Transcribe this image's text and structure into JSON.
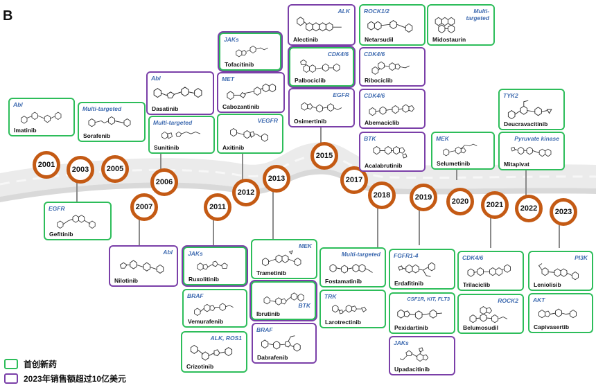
{
  "panel_label": "B",
  "colors": {
    "first_in_class": "#2dbd5a",
    "sales_over_1b": "#7a3fa8",
    "road": "#ececec",
    "year_ring": "#c45a14",
    "target_text": "#3f6bb0"
  },
  "years": [
    "2001",
    "2003",
    "2005",
    "2006",
    "2007",
    "2011",
    "2012",
    "2013",
    "2015",
    "2017",
    "2018",
    "2019",
    "2020",
    "2021",
    "2022",
    "2023"
  ],
  "drugs": [
    {
      "name": "Imatinib",
      "target": "Abl"
    },
    {
      "name": "Sorafenib",
      "target": "Multi-targeted"
    },
    {
      "name": "Gefitinib",
      "target": "EGFR"
    },
    {
      "name": "Dasatinib",
      "target": "Abl"
    },
    {
      "name": "Sunitinib",
      "target": "Multi-targeted"
    },
    {
      "name": "Nilotinib",
      "target": "Abl"
    },
    {
      "name": "Tofacitinib",
      "target": "JAKs"
    },
    {
      "name": "Cabozantinib",
      "target": "MET"
    },
    {
      "name": "Axitinib",
      "target": "VEGFR"
    },
    {
      "name": "Ruxolitinib",
      "target": "JAKs"
    },
    {
      "name": "Vemurafenib",
      "target": "BRAF"
    },
    {
      "name": "Crizotinib",
      "target": "ALK, ROS1"
    },
    {
      "name": "Trametinib",
      "target": "MEK"
    },
    {
      "name": "Ibrutinib",
      "target": "BTK"
    },
    {
      "name": "Dabrafenib",
      "target": "BRAF"
    },
    {
      "name": "Alectinib",
      "target": "ALK"
    },
    {
      "name": "Palbociclib",
      "target": "CDK4/6"
    },
    {
      "name": "Osimertinib",
      "target": "EGFR"
    },
    {
      "name": "Netarsudil",
      "target": "ROCK1/2"
    },
    {
      "name": "Ribociclib",
      "target": "CDK4/6"
    },
    {
      "name": "Abemaciclib",
      "target": "CDK4/6"
    },
    {
      "name": "Acalabrutinib",
      "target": "BTK"
    },
    {
      "name": "Midostaurin",
      "target": "Multi-targeted"
    },
    {
      "name": "Fostamatinib",
      "target": "Multi-targeted"
    },
    {
      "name": "Larotrectinib",
      "target": "TRK"
    },
    {
      "name": "Erdafitinib",
      "target": "FGFR1-4"
    },
    {
      "name": "Pexidartinib",
      "target": "CSF1R, KIT, FLT3"
    },
    {
      "name": "Upadacitinib",
      "target": "JAKs"
    },
    {
      "name": "Selumetinib",
      "target": "MEK"
    },
    {
      "name": "Trilaciclib",
      "target": "CDK4/6"
    },
    {
      "name": "Belumosudil",
      "target": "ROCK2"
    },
    {
      "name": "Deucravacitinib",
      "target": "TYK2"
    },
    {
      "name": "Mitapivat",
      "target": "Pyruvate kinase"
    },
    {
      "name": "Leniolisib",
      "target": "PI3K"
    },
    {
      "name": "Capivasertib",
      "target": "AKT"
    }
  ],
  "legend": {
    "green": "首创新药",
    "purple": "2023年销售额超过10亿美元"
  }
}
